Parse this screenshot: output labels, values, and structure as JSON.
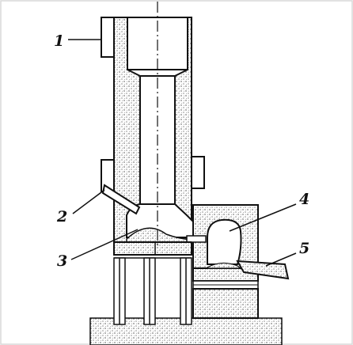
{
  "callouts": [
    {
      "id": "1",
      "text": "1"
    },
    {
      "id": "2",
      "text": "2"
    },
    {
      "id": "3",
      "text": "3"
    },
    {
      "id": "4",
      "text": "4"
    },
    {
      "id": "5",
      "text": "5"
    }
  ],
  "colors": {
    "background": "#ffffff",
    "frame": "#d8d8d8",
    "line": "#111111",
    "refractory_fill": "#ffffff",
    "refractory_dots": "#444444",
    "bore_fill": "#ffffff"
  }
}
